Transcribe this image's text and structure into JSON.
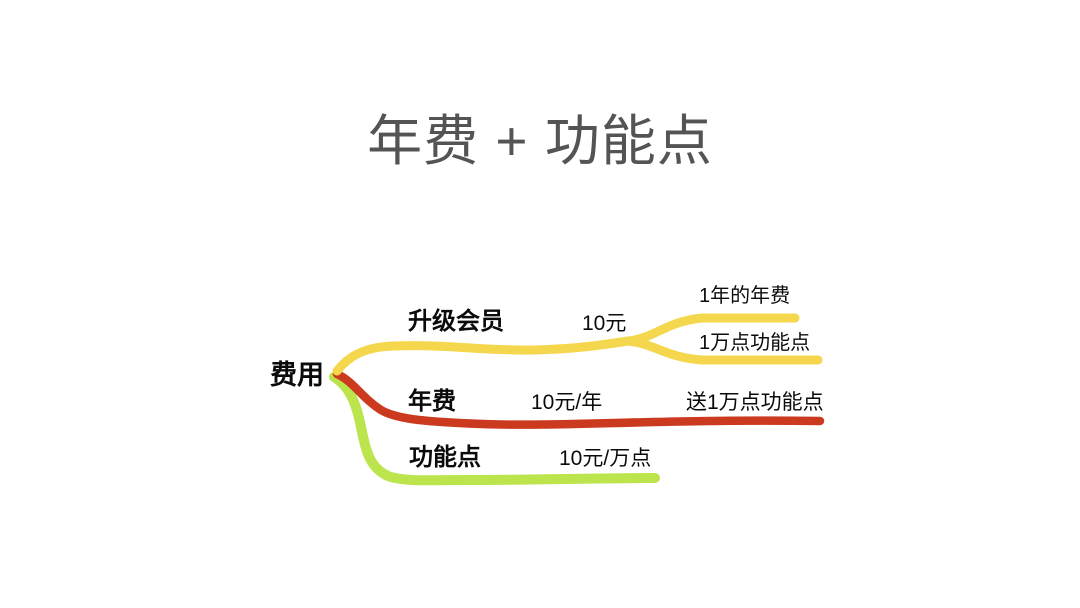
{
  "title": {
    "text": "年费 + 功能点",
    "color": "#545454"
  },
  "colors": {
    "background": "#ffffff",
    "text": "#0b0b0b",
    "branch_yellow": "#F5D74D",
    "branch_red": "#CB3A1E",
    "branch_green": "#BCE44C"
  },
  "mindmap": {
    "root": {
      "label": "费用"
    },
    "branches": [
      {
        "label": "升级会员",
        "value": "10元",
        "color": "#F5D74D",
        "children": [
          "1年的年费",
          "1万点功能点"
        ]
      },
      {
        "label": "年费",
        "value": "10元/年",
        "color": "#CB3A1E",
        "children": [
          "送1万点功能点"
        ]
      },
      {
        "label": "功能点",
        "value": "10元/万点",
        "color": "#BCE44C",
        "children": []
      }
    ]
  }
}
